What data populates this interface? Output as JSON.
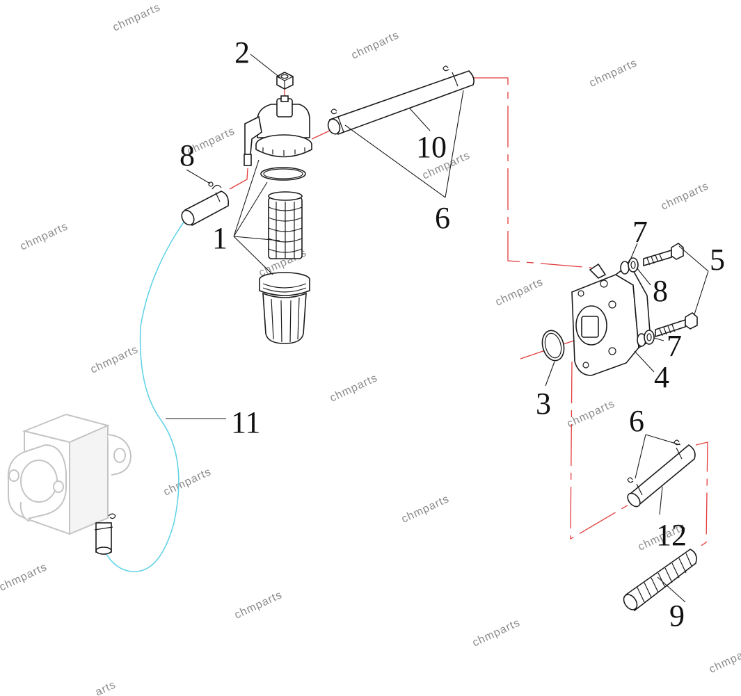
{
  "diagram": {
    "callouts": [
      "1",
      "2",
      "3",
      "4",
      "5",
      "6",
      "6",
      "7",
      "7",
      "8",
      "8",
      "9",
      "10",
      "11",
      "12"
    ],
    "watermark": "chmparts",
    "watermark_partial": "arts",
    "colors": {
      "fuel_line_red": "#e23b3b",
      "hose_cyan": "#63d3e6",
      "ghost_part": "#c4c4c4",
      "ink": "#1a1a1a"
    }
  }
}
